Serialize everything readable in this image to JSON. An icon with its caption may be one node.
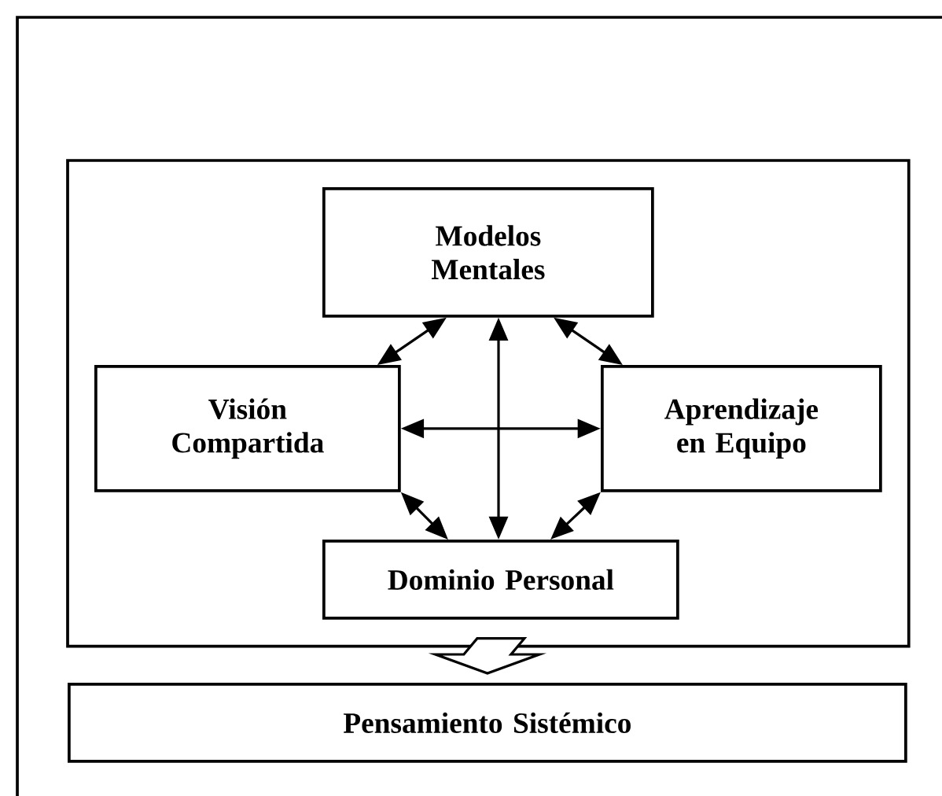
{
  "diagram": {
    "nodes": [
      {
        "text": [],
        "shape": "box"
      },
      {
        "text": [
          "Modelos Mentales"
        ],
        "in": 0
      },
      {
        "text": [
          "Visión Compartida"
        ],
        "in": 0
      },
      {
        "text": [
          "Aprendizaje en Equipo"
        ],
        "in": 0
      },
      {
        "text": [
          "Dominio Personal"
        ],
        "in": 0
      },
      {
        "text": [
          "Pensamiento Sistémico"
        ]
      }
    ],
    "edges": [
      {
        "from": 2,
        "to": 1,
        "arrow": "both"
      },
      {
        "from": 1,
        "to": 3,
        "arrow": "both"
      },
      {
        "from": 2,
        "to": 3,
        "arrow": "both"
      },
      {
        "from": 4,
        "to": 1,
        "arrow": "both"
      },
      {
        "from": 2,
        "to": 4,
        "arrow": "both"
      },
      {
        "from": 3,
        "to": 4,
        "arrow": "both"
      },
      {
        "from": 4,
        "to": 5,
        "arrow": "to",
        "style": "thick"
      }
    ]
  }
}
